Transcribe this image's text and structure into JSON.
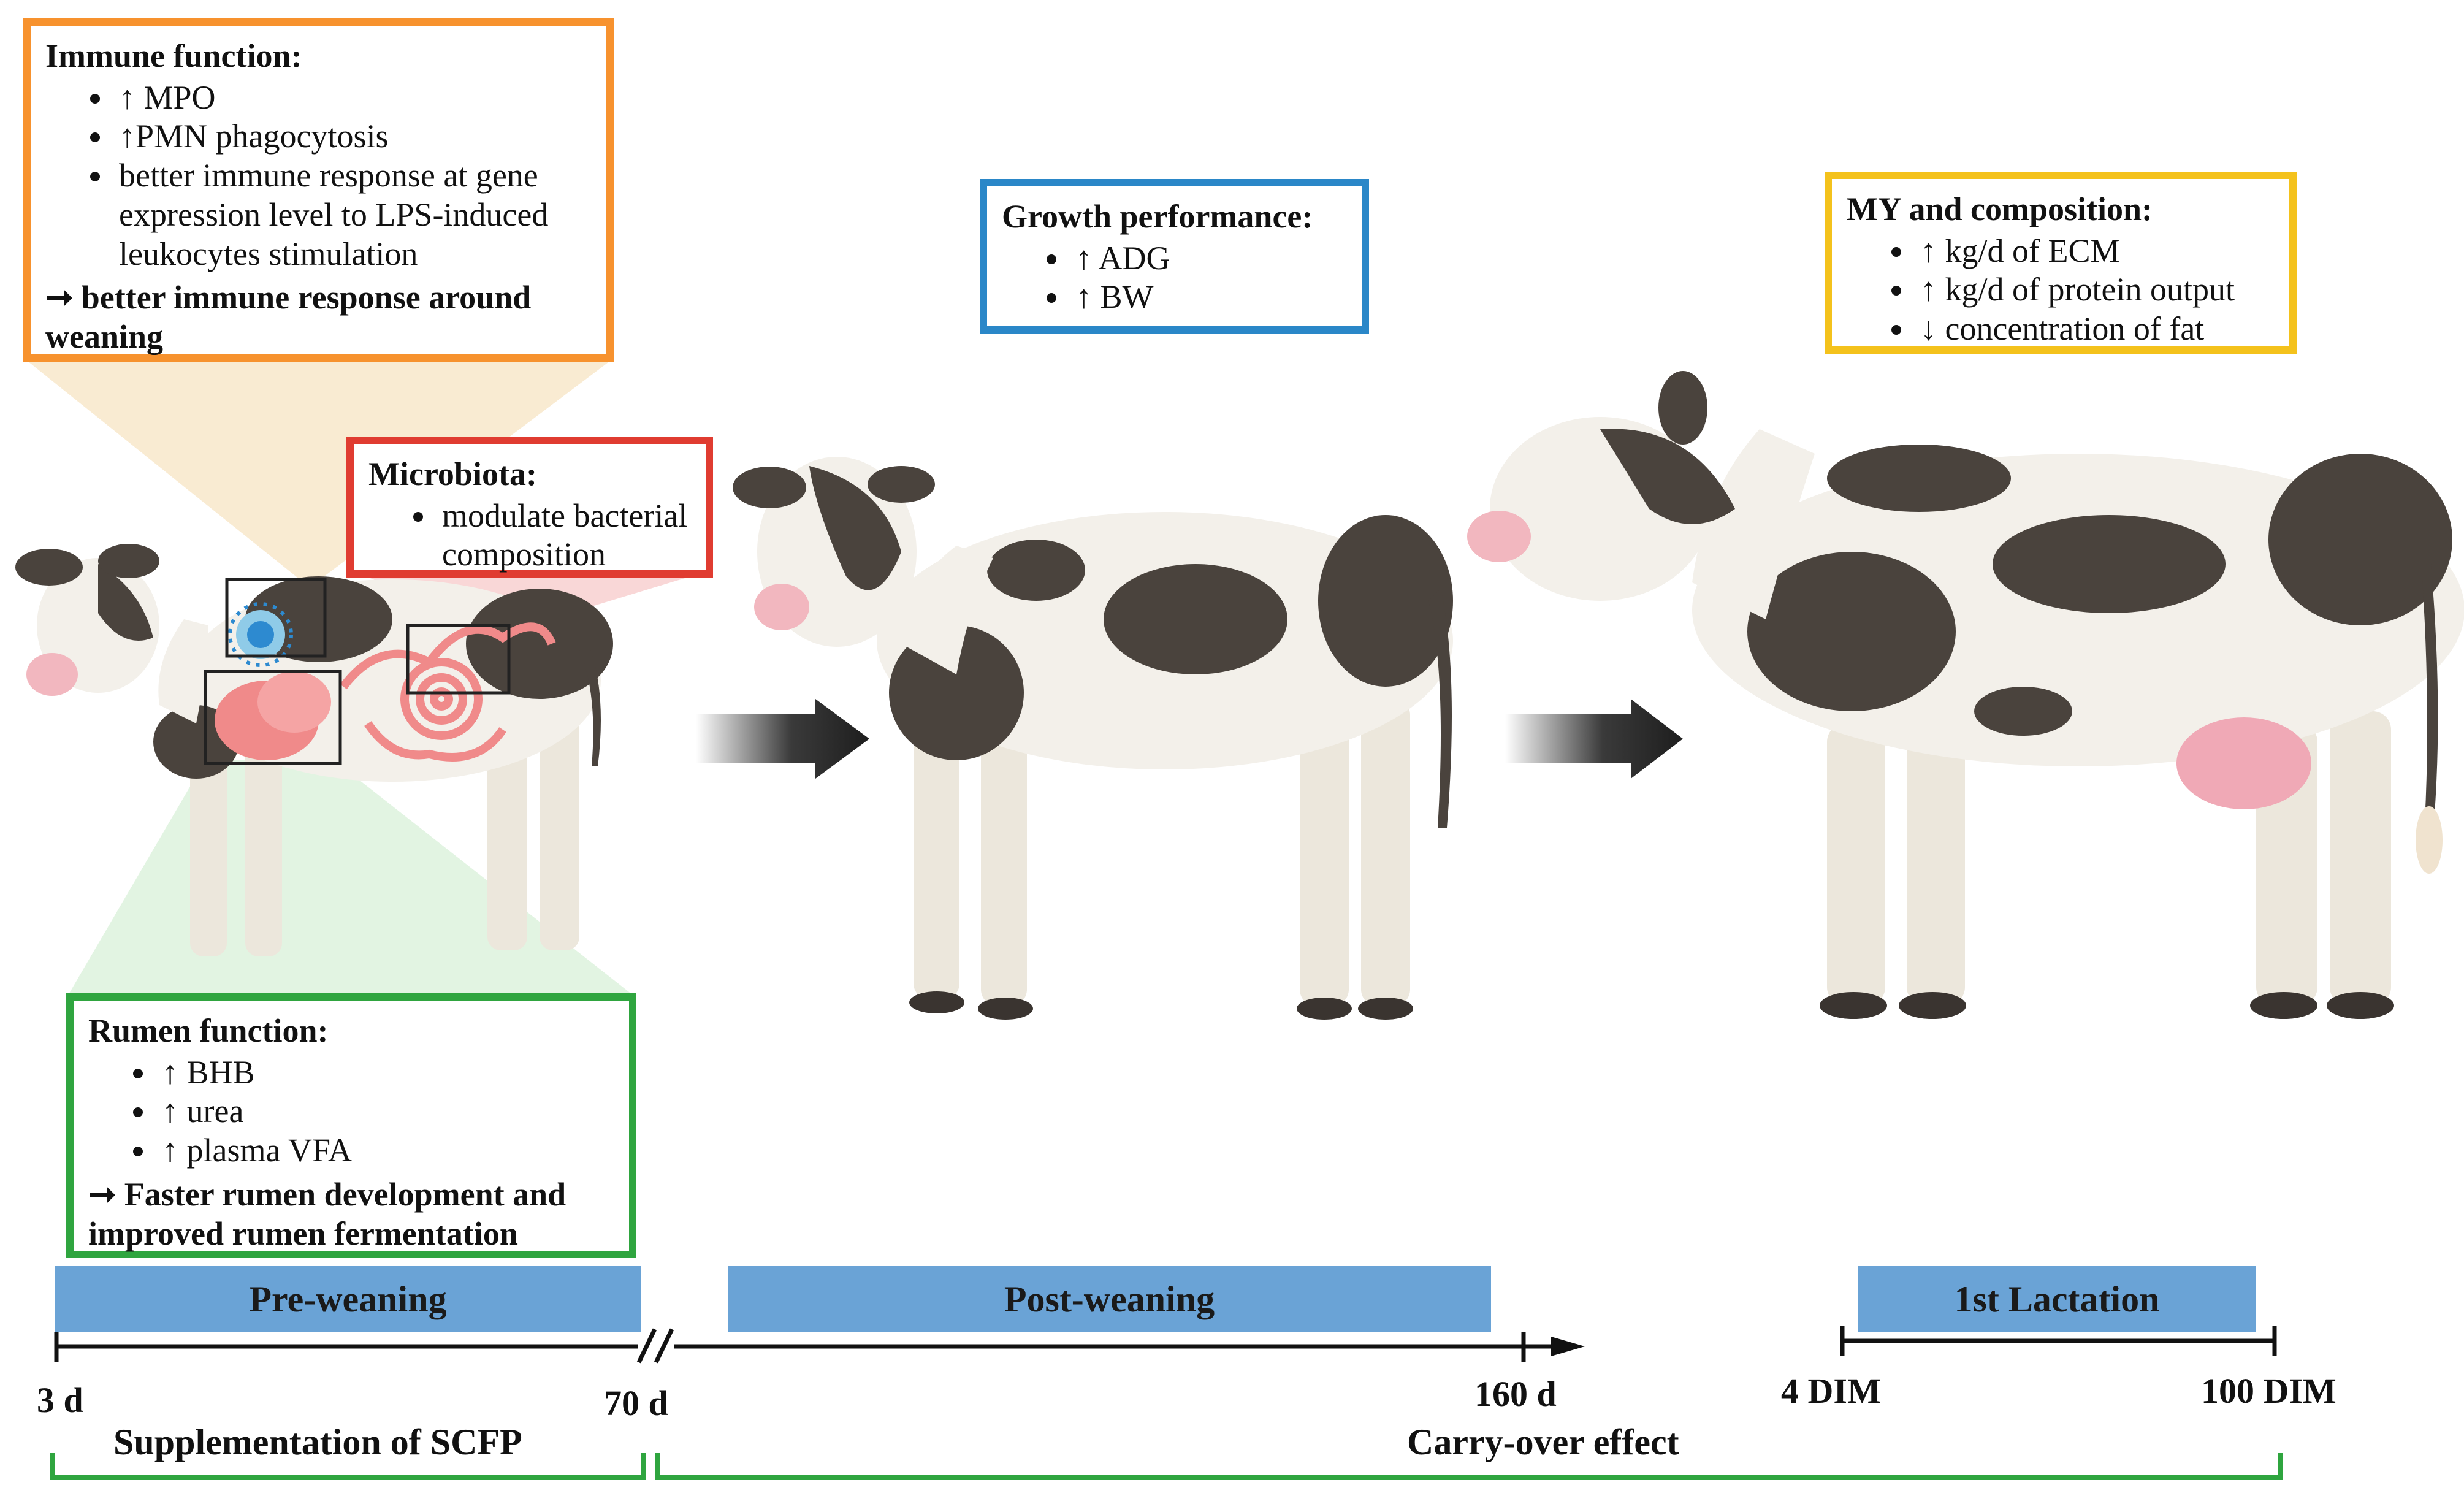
{
  "colors": {
    "immune": "#f7922e",
    "microbiota": "#e03c31",
    "rumen": "#2fa53f",
    "growth": "#2a87c8",
    "milk": "#f4c21c",
    "phase_bar": "#6aa3d6",
    "bracket": "#2fa53f",
    "cow_white": "#f3f0ea",
    "cow_patch": "#4a433d",
    "muzzle": "#f2b7bf",
    "gut": "#f08a8a",
    "udder": "#f0a9b6"
  },
  "boxes": {
    "immune": {
      "title": "Immune function:",
      "items": [
        "↑ MPO",
        "↑PMN phagocytosis",
        "better immune response at gene expression level to LPS-induced leukocytes stimulation"
      ],
      "conclusion": "➞ better immune response around weaning"
    },
    "microbiota": {
      "title": "Microbiota:",
      "items": [
        "modulate bacterial composition"
      ]
    },
    "rumen": {
      "title": "Rumen function:",
      "items": [
        "↑ BHB",
        "↑ urea",
        "↑ plasma VFA"
      ],
      "conclusion": "➞ Faster rumen development and improved rumen fermentation"
    },
    "growth": {
      "title": "Growth performance:",
      "items": [
        "↑ ADG",
        "↑ BW"
      ]
    },
    "milk": {
      "title": "MY and composition:",
      "items": [
        "↑  kg/d of ECM",
        "↑ kg/d of protein output",
        "↓ concentration of fat"
      ]
    }
  },
  "phases": {
    "pre": "Pre-weaning",
    "post": "Post-weaning",
    "lact": "1st Lactation"
  },
  "timeline": {
    "t1": "3 d",
    "t2": "70 d",
    "t3": "160 d",
    "t4": "4 DIM",
    "t5": "100 DIM"
  },
  "brackets": {
    "supp": "Supplementation of  SCFP",
    "carry": "Carry-over effect"
  },
  "icons": [
    "calf-icon",
    "heifer-icon",
    "dairy-cow-icon",
    "arrow-right-icon",
    "immune-cell-icon",
    "rumen-icon",
    "intestine-icon"
  ]
}
